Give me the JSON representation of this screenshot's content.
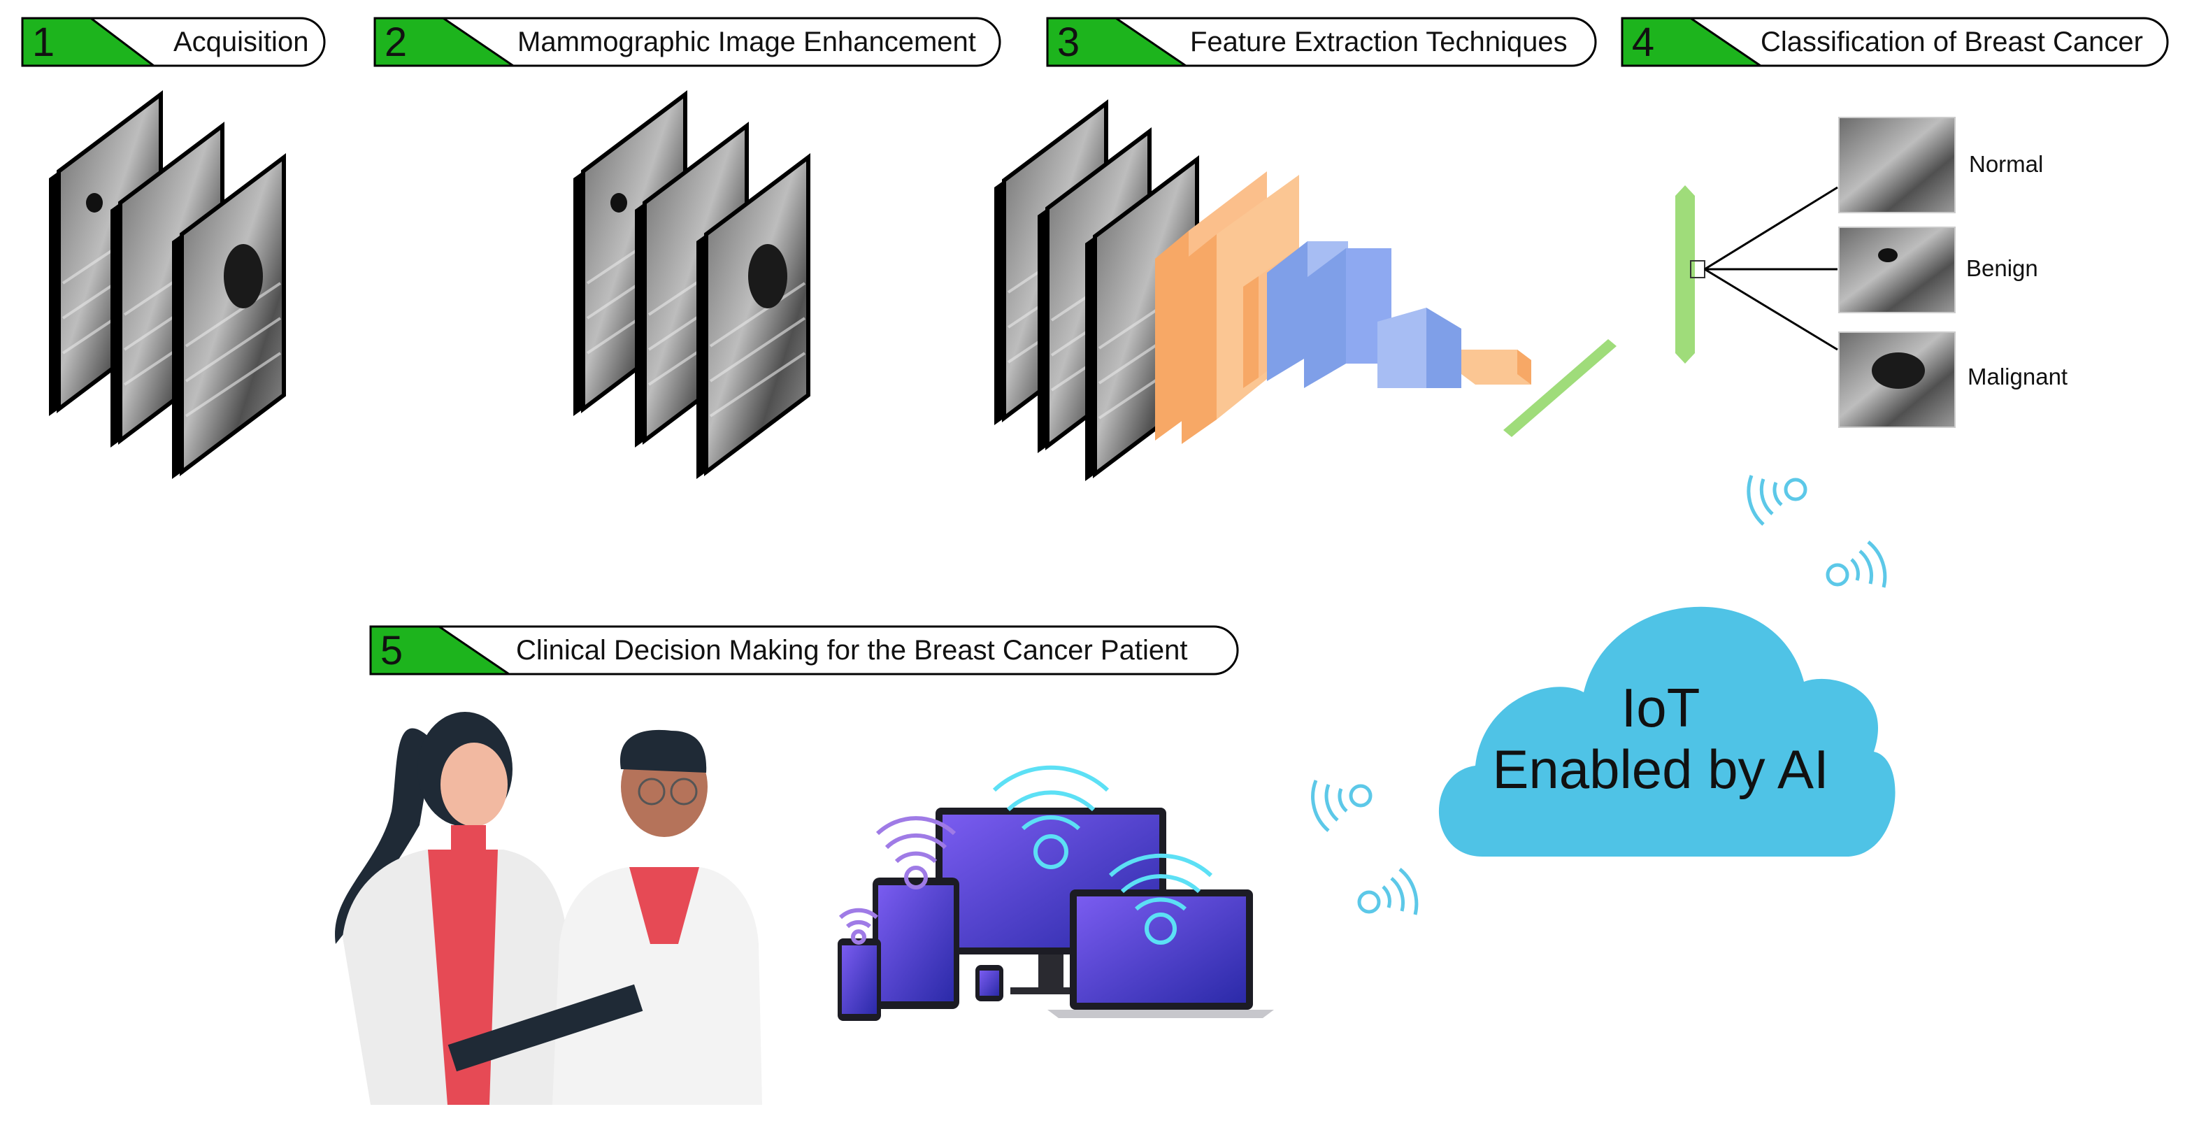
{
  "steps": [
    {
      "number": "1",
      "label": "Acquisition"
    },
    {
      "number": "2",
      "label": "Mammographic Image Enhancement"
    },
    {
      "number": "3",
      "label": "Feature Extraction Techniques"
    },
    {
      "number": "4",
      "label": "Classification of Breast Cancer"
    },
    {
      "number": "5",
      "label": "Clinical Decision Making for the Breast Cancer Patient"
    }
  ],
  "classes": [
    "Normal",
    "Benign",
    "Malignant"
  ],
  "cloud": {
    "line1": "IoT",
    "line2": "Enabled by AI"
  },
  "colors": {
    "header_green": "#1db41d",
    "cnn_orange": "#fbb97a",
    "cnn_blue": "#85a8ee",
    "fc_green": "#9fdc7a",
    "cloud_blue": "#4fc3e6",
    "wifi_blue": "#5cc8e8",
    "device_screen": "#3b35c4",
    "coat_white": "#eeeeee",
    "shirt_red": "#e64a55"
  },
  "icons": [
    "ultrasound-slice",
    "cnn-layer",
    "wifi-icon",
    "cloud-icon",
    "doctor",
    "monitor",
    "tablet",
    "phone",
    "laptop",
    "smartwatch"
  ]
}
